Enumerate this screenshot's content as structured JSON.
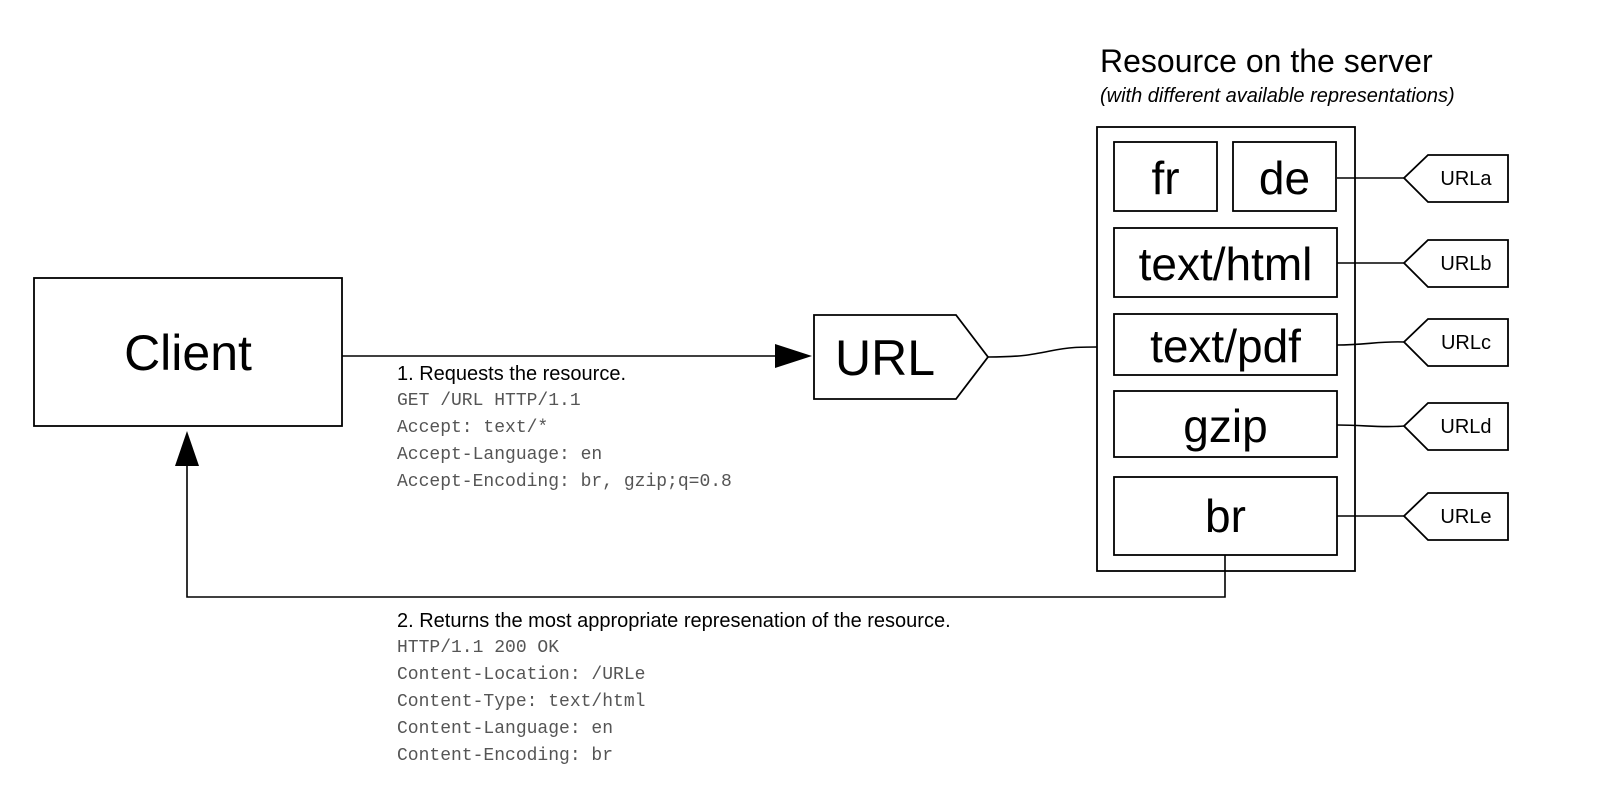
{
  "client": {
    "label": "Client"
  },
  "url_node": {
    "label": "URL"
  },
  "server": {
    "title": "Resource on the server",
    "subtitle": "(with different available representations)",
    "representations": {
      "fr": "fr",
      "de": "de",
      "html": "text/html",
      "pdf": "text/pdf",
      "gzip": "gzip",
      "br": "br"
    },
    "tags": [
      "URLa",
      "URLb",
      "URLc",
      "URLd",
      "URLe"
    ]
  },
  "request": {
    "caption": "1. Requests the resource.",
    "lines": [
      "GET /URL HTTP/1.1",
      "Accept: text/*",
      "Accept-Language: en",
      "Accept-Encoding: br, gzip;q=0.8"
    ]
  },
  "response": {
    "caption": "2. Returns the most appropriate represenation of the resource.",
    "lines": [
      "HTTP/1.1 200 OK",
      "Content-Location: /URLe",
      "Content-Type: text/html",
      "Content-Language: en",
      "Content-Encoding: br"
    ]
  }
}
